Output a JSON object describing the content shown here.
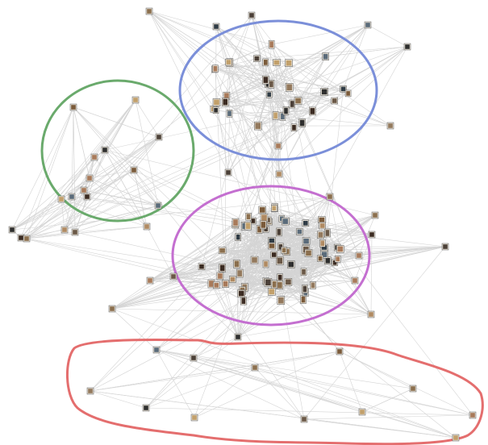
{
  "graph": {
    "background": "#ffffff",
    "edge_color": "#d4d4d4",
    "clusters": [
      {
        "name": "blue",
        "color": "#7b8fd9"
      },
      {
        "name": "green",
        "color": "#6aaa6c"
      },
      {
        "name": "magenta",
        "color": "#c46fd0"
      },
      {
        "name": "red",
        "color": "#e46e6e"
      }
    ],
    "node_colors": [
      "#3b2b22",
      "#7a5a3a",
      "#a87a5a",
      "#5a6b7a",
      "#2e2e2e",
      "#8b6f4e",
      "#c2a06b",
      "#4b4038",
      "#93795d",
      "#6a5847",
      "#b08a62",
      "#2f3b45"
    ]
  }
}
